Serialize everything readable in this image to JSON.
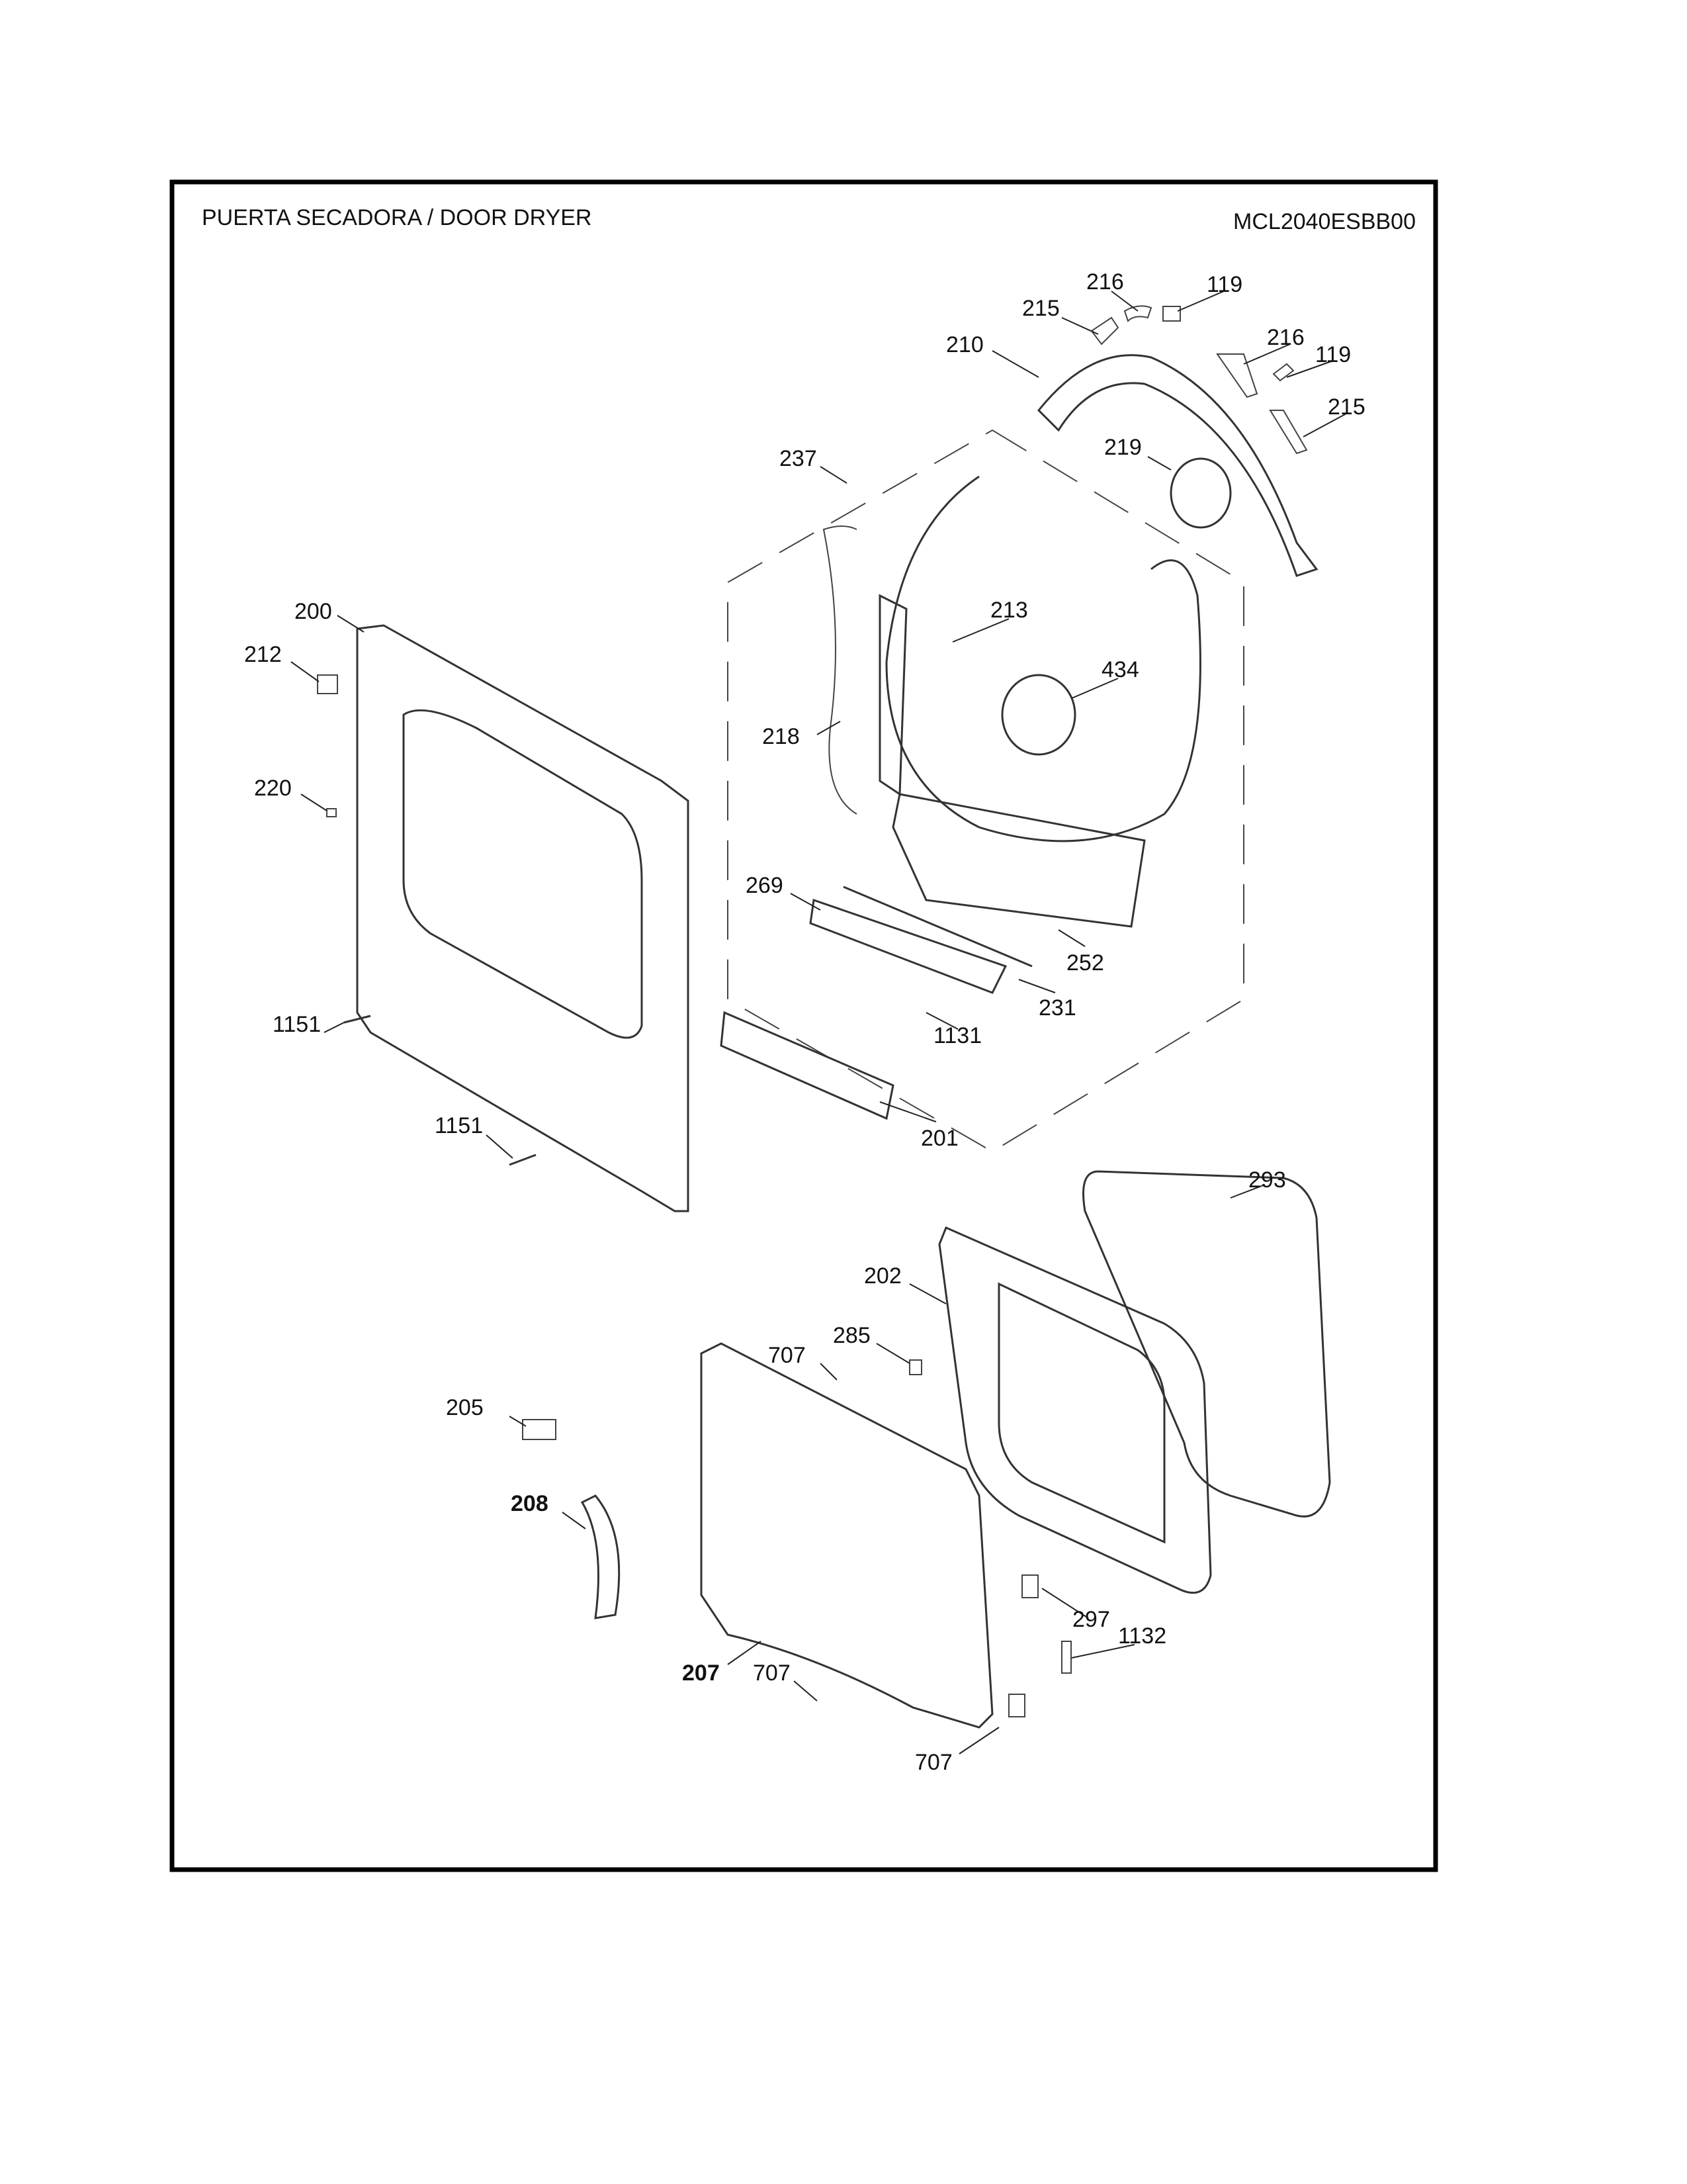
{
  "header": {
    "title": "PUERTA SECADORA / DOOR DRYER",
    "model": "MCL2040ESBB00"
  },
  "callouts": {
    "p216a": "216",
    "p119a": "119",
    "p215a": "215",
    "p210": "210",
    "p216b": "216",
    "p119b": "119",
    "p215b": "215",
    "p237": "237",
    "p219": "219",
    "p213": "213",
    "p434": "434",
    "p218": "218",
    "p200": "200",
    "p212": "212",
    "p220": "220",
    "p269": "269",
    "p252": "252",
    "p231": "231",
    "p1131": "1131",
    "p1151a": "1151",
    "p201": "201",
    "p1151b": "1151",
    "p293": "293",
    "p202": "202",
    "p285": "285",
    "p707a": "707",
    "p205": "205",
    "p208": "208",
    "p297": "297",
    "p1132": "1132",
    "p207": "207",
    "p707b": "707",
    "p707c": "707"
  }
}
